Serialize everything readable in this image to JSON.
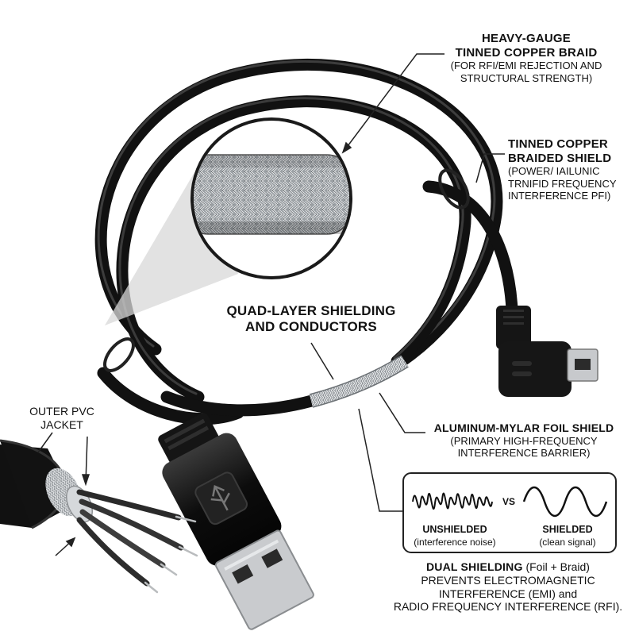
{
  "labels": {
    "heavy_braid": {
      "heading_1": "HEAVY-GAUGE",
      "heading_2": "TINNED COPPER BRAID",
      "desc_1": "(FOR RFI/EMI REJECTION AND",
      "desc_2": "STRUCTURAL STRENGTH)"
    },
    "tinned_shield": {
      "heading_1": "TINNED COPPER",
      "heading_2": "BRAIDED SHIELD",
      "desc_1": "(POWER/ IAILUNIC",
      "desc_2": "TRNIFID FREQUENCY",
      "desc_3": "INTERFERENCE PFI)"
    },
    "quad_layer": {
      "heading_1": "QUAD-LAYER SHIELDING",
      "heading_2": "AND CONDUCTORS"
    },
    "foil_shield": {
      "heading": "ALUMINUM-MYLAR FOIL SHIELD",
      "desc_1": "(PRIMARY HIGH-FREQUENCY",
      "desc_2": "INTERFERENCE BARRIER)"
    },
    "outer_jacket": {
      "line_1": "OUTER PVC",
      "line_2": "JACKET"
    }
  },
  "comparison": {
    "separator": "VS",
    "unshielded": {
      "title": "UNSHIELDED",
      "caption": "(interference noise)"
    },
    "shielded": {
      "title": "SHIELDED",
      "caption": "(clean signal)"
    }
  },
  "summary": {
    "bold_lead": "DUAL SHIELDING",
    "lead_rest": " (Foil + Braid)",
    "line_2": "PREVENTS ELECTROMAGNETIC",
    "line_3": "INTERFERENCE (EMI) and",
    "line_4": "RADIO FREQUENCY INTERFERENCE (RFI)."
  },
  "colors": {
    "cable": "#131313",
    "braid": "#a9aeb2",
    "foil": "#c9ccd0",
    "leader": "#222222"
  }
}
